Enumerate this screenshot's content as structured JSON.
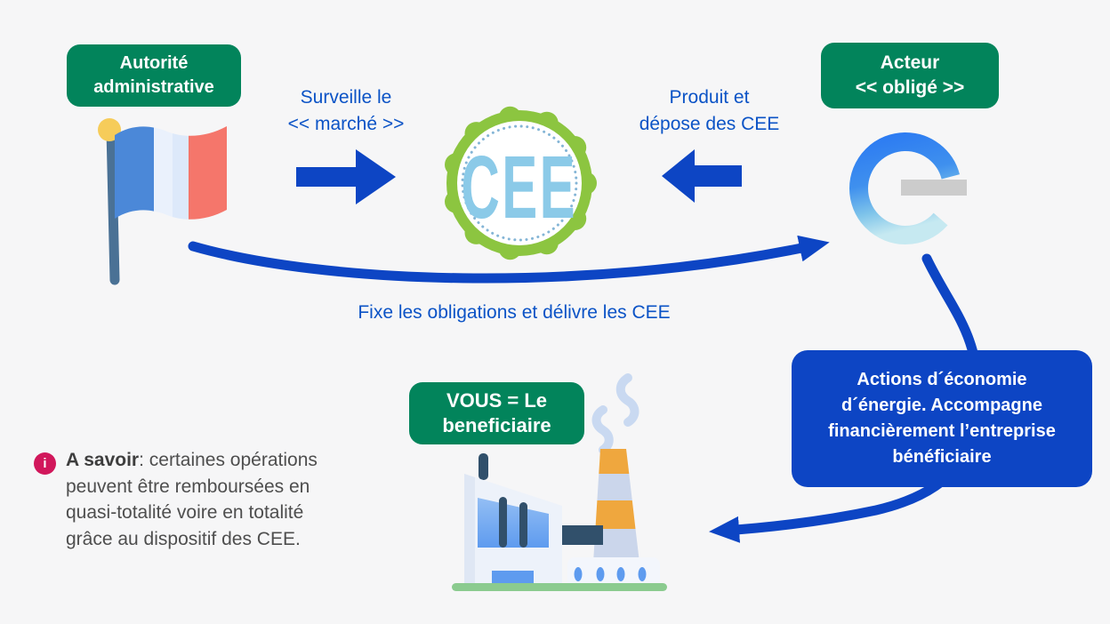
{
  "badges": {
    "authority": "Autorité\nadministrative",
    "obligated": "Acteur\n<< obligé >>",
    "beneficiary": "VOUS = Le\nbeneficiaire"
  },
  "labels": {
    "surveille": "Surveille le\n<< marché >>",
    "produit": "Produit et\ndépose des CEE",
    "fixe": "Fixe les obligations et délivre les CEE"
  },
  "seal": {
    "text": "CEE"
  },
  "benefit_box": "Actions d´économie\nd´énergie. Accompagne\nfinancièrement l’entreprise\nbénéficiaire",
  "info": {
    "icon": "i",
    "bold": "A savoir",
    "rest": ": certaines opérations\npeuvent être remboursées en\nquasi-totalité voire en totalité\ngrâce au dispositif des CEE."
  },
  "colors": {
    "badge_green": "#02845b",
    "blue_text": "#0b53c6",
    "arrow_blue": "#0d45c4",
    "info_pink": "#d1175b",
    "seal_green": "#8cc540",
    "seal_letters": "#8bcae8",
    "background": "#f6f6f7"
  }
}
